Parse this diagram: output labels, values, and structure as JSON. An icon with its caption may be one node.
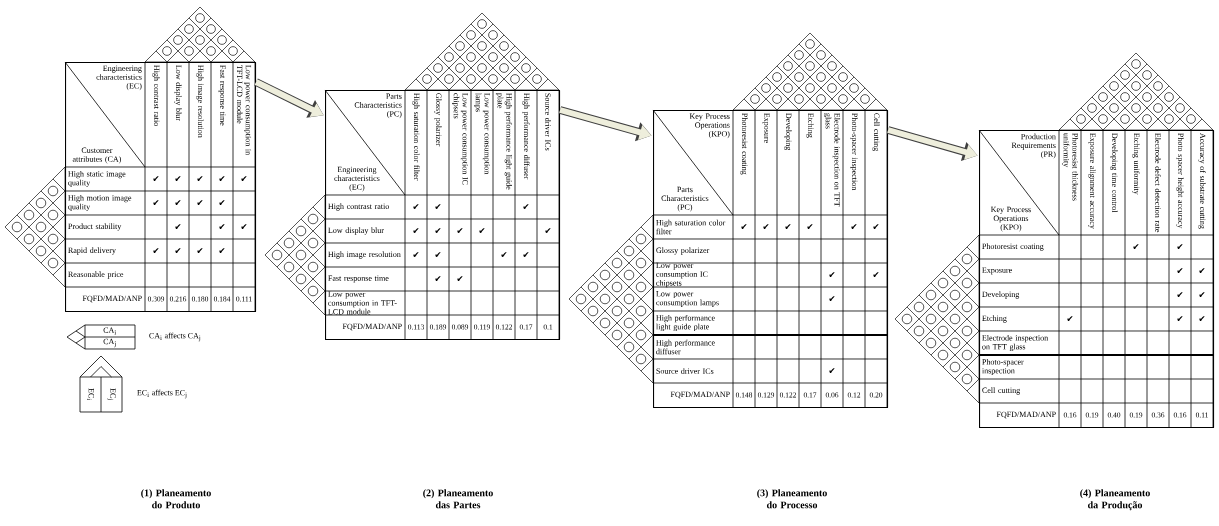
{
  "diagram": {
    "nodes": [
      {
        "text": [
          "Engineering characteristics (EC)",
          "Customer attributes (CA)"
        ]
      },
      {
        "text": [
          "Parts Characteristics (PC)",
          "Engineering characteristics (EC)"
        ]
      },
      {
        "text": [
          "Key Process Operations (KPO)",
          "Parts Characteristics (PC)"
        ]
      },
      {
        "text": [
          "Production Requirements (PR)",
          "Key Process Operations (KPO)"
        ]
      }
    ],
    "edges": [
      {
        "from": 0,
        "to": 1,
        "arrow": "to"
      },
      {
        "from": 1,
        "to": 2,
        "arrow": "to"
      },
      {
        "from": 2,
        "to": 3,
        "arrow": "to"
      }
    ],
    "labels": [
      "High contrast ratio",
      "Low display blur",
      "High image resolution",
      "Fast response time",
      "Low power consumption in TFT-LCD module",
      "High static image quality",
      "✔",
      "✔",
      "✔",
      "✔",
      "✔",
      "High motion image quality",
      "✔",
      "✔",
      "✔",
      "✔",
      "Product stability",
      "✔",
      "✔",
      "✔",
      "Rapid delivery",
      "✔",
      "✔",
      "✔",
      "✔",
      "Reasonable price",
      "FQFD/MAD/ANP",
      "0.309",
      "0.216",
      "0.180",
      "0.184",
      "0.111",
      "High saturation color filter",
      "Glossy polarizer",
      "Low power consumption IC chipsets",
      "Low power consumption lamps",
      "High performance light guide plate",
      "High performance diffuser",
      "Source driver ICs",
      "High contrast ratio",
      "✔",
      "✔",
      "✔",
      "Low display blur",
      "✔",
      "✔",
      "✔",
      "✔",
      "✔",
      "High image resolution",
      "✔",
      "✔",
      "✔",
      "✔",
      "Fast response time",
      "✔",
      "✔",
      "Low power consumption in TFT-LCD module",
      "FQFD/MAD/ANP",
      "0.113",
      "0.189",
      "0.089",
      "0.119",
      "0.122",
      "0.17",
      "0.1",
      "Photoresist coating",
      "Exposure",
      "Developing",
      "Etching",
      "Electrode inspection on TFT glass",
      "Photo-spacer inspection",
      "Cell cutting",
      "High saturation color filter",
      "✔",
      "✔",
      "✔",
      "✔",
      "✔",
      "✔",
      "Glossy polarizer",
      "Low power consumption IC chipsets",
      "✔",
      "✔",
      "Low power consumption lamps",
      "✔",
      "High performance light guide plate",
      "High performance diffuser",
      "Source driver ICs",
      "✔",
      "FQFD/MAD/ANP",
      "0.148",
      "0.129",
      "0.122",
      "0.17",
      "0.06",
      "0.12",
      "0.20",
      "Photoresist thickness uniformity",
      "Exposure alignment accuracy",
      "Developing time control",
      "Etching uniformity",
      "Electrode defect detection rate",
      "Photo spacer height accuracy",
      "Accuracy of substrate cutting",
      "Photoresist coating",
      "✔",
      "✔",
      "Exposure",
      "✔",
      "✔",
      "Developing",
      "✔",
      "✔",
      "Etching",
      "✔",
      "✔",
      "✔",
      "Electrode inspection on TFT glass",
      "Photo-spacer inspection",
      "Cell cutting",
      "FQFD/MAD/ANP",
      "0.16",
      "0.19",
      "0.40",
      "0.19",
      "0.36",
      "0.16",
      "0.11",
      "CA$_{i}$",
      "CA$_{j}$",
      "CA$_{i}$ affects CA$_{j}$",
      "EC$_{i}$",
      "EC$_{j}$",
      "EC$_{i}$ affects EC$_{j}$",
      "(1) Planeamento do Produto",
      "(2) Planeamento das Partes",
      "(3) Planeamento do Processo",
      "(4) Planeamento da Produção"
    ]
  }
}
